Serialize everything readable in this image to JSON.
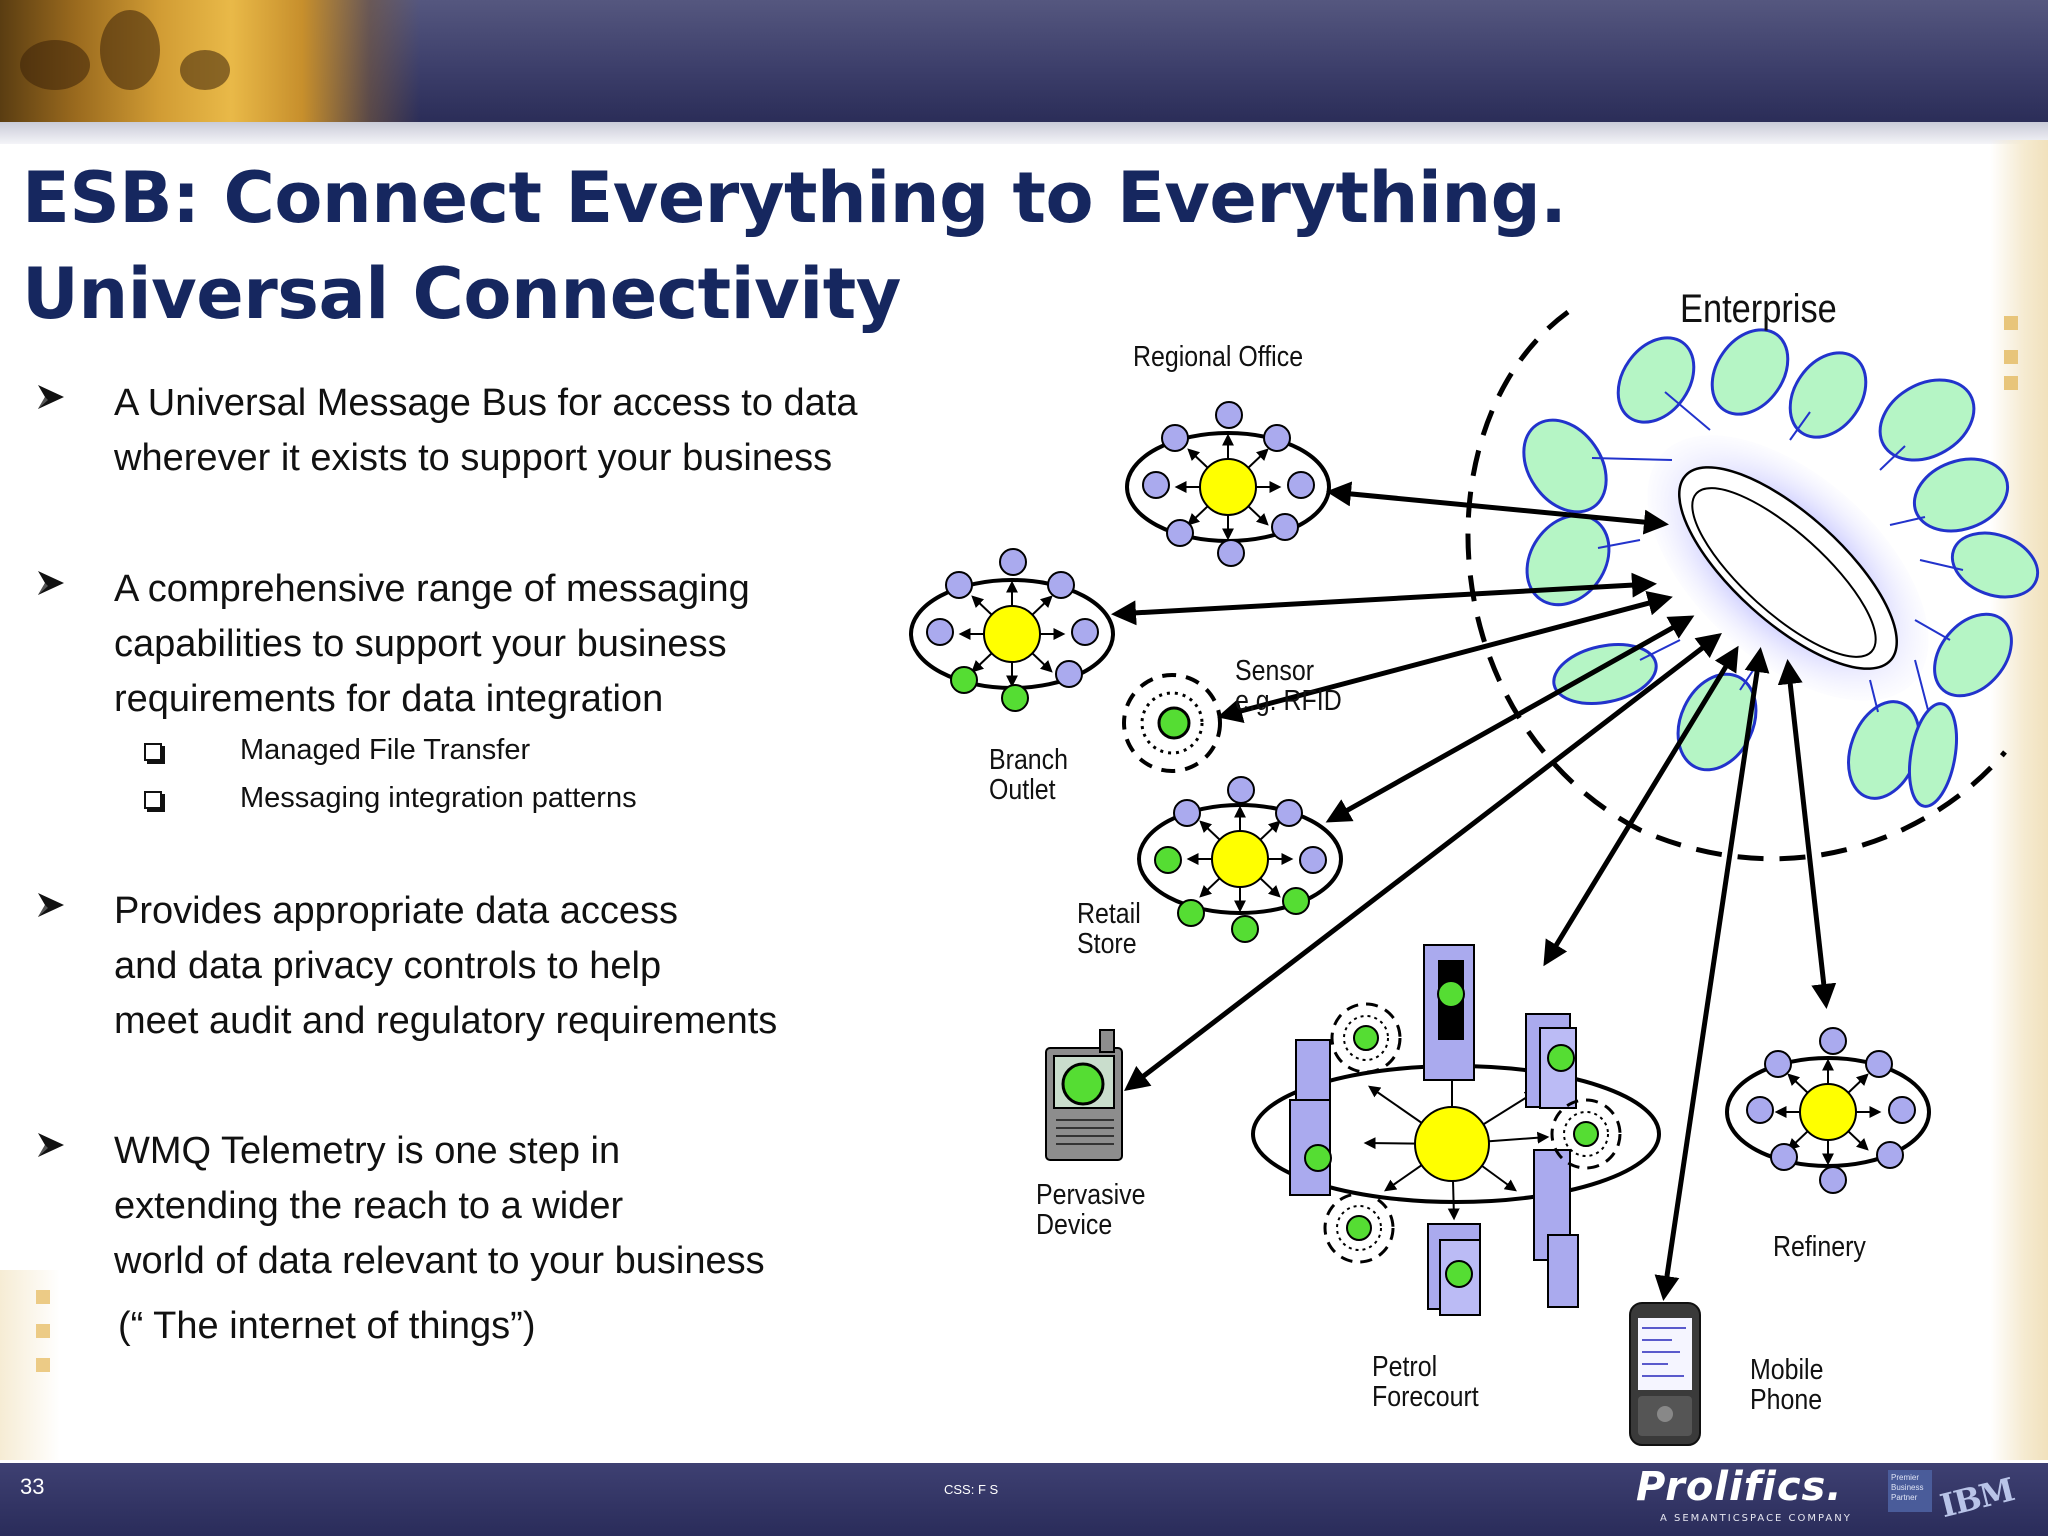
{
  "slide": {
    "title_line1": "ESB: Connect Everything to Everything.",
    "title_line2": "Universal Connectivity",
    "page_number": "33",
    "footer_center": "CSS: F S",
    "brand": "Prolifics.",
    "brand_tagline": "A SEMANTICSPACE COMPANY",
    "partner_badge": "Premier Business Partner",
    "partner_logo": "IBM"
  },
  "bullets": [
    {
      "lines": [
        "A Universal Message Bus for access to data",
        "wherever it exists to support your business"
      ]
    },
    {
      "lines": [
        "A comprehensive range of messaging",
        "capabilities to support your business",
        "requirements for data integration"
      ]
    },
    {
      "lines": [
        "Provides appropriate data access",
        "and data privacy controls to help",
        "meet audit and regulatory requirements"
      ]
    },
    {
      "lines": [
        "WMQ Telemetry is one step in",
        "extending the reach to a wider",
        "world of data relevant to your business"
      ]
    }
  ],
  "sub_bullets": [
    "Managed File Transfer",
    "Messaging integration patterns"
  ],
  "internet_of_things": "(“ The internet of things”)",
  "diagram": {
    "enterprise": "Enterprise",
    "regional_office": "Regional Office",
    "branch_outlet_1": "Branch",
    "branch_outlet_2": "Outlet",
    "sensor_1": "Sensor",
    "sensor_2": "e.g. RFID",
    "retail_store_1": "Retail",
    "retail_store_2": "Store",
    "pervasive_device_1": "Pervasive",
    "pervasive_device_2": "Device",
    "petrol_forecourt_1": "Petrol",
    "petrol_forecourt_2": "Forecourt",
    "refinery": "Refinery",
    "mobile_phone_1": "Mobile",
    "mobile_phone_2": "Phone"
  },
  "colors": {
    "title": "#16275f",
    "top_bar": "#3d3f6b",
    "hub_yellow": "#ffff00",
    "node_blue": "#aaaaee",
    "node_green": "#55dd33",
    "pod_green": "#b5f5c5",
    "pod_stroke": "#2233cc"
  }
}
